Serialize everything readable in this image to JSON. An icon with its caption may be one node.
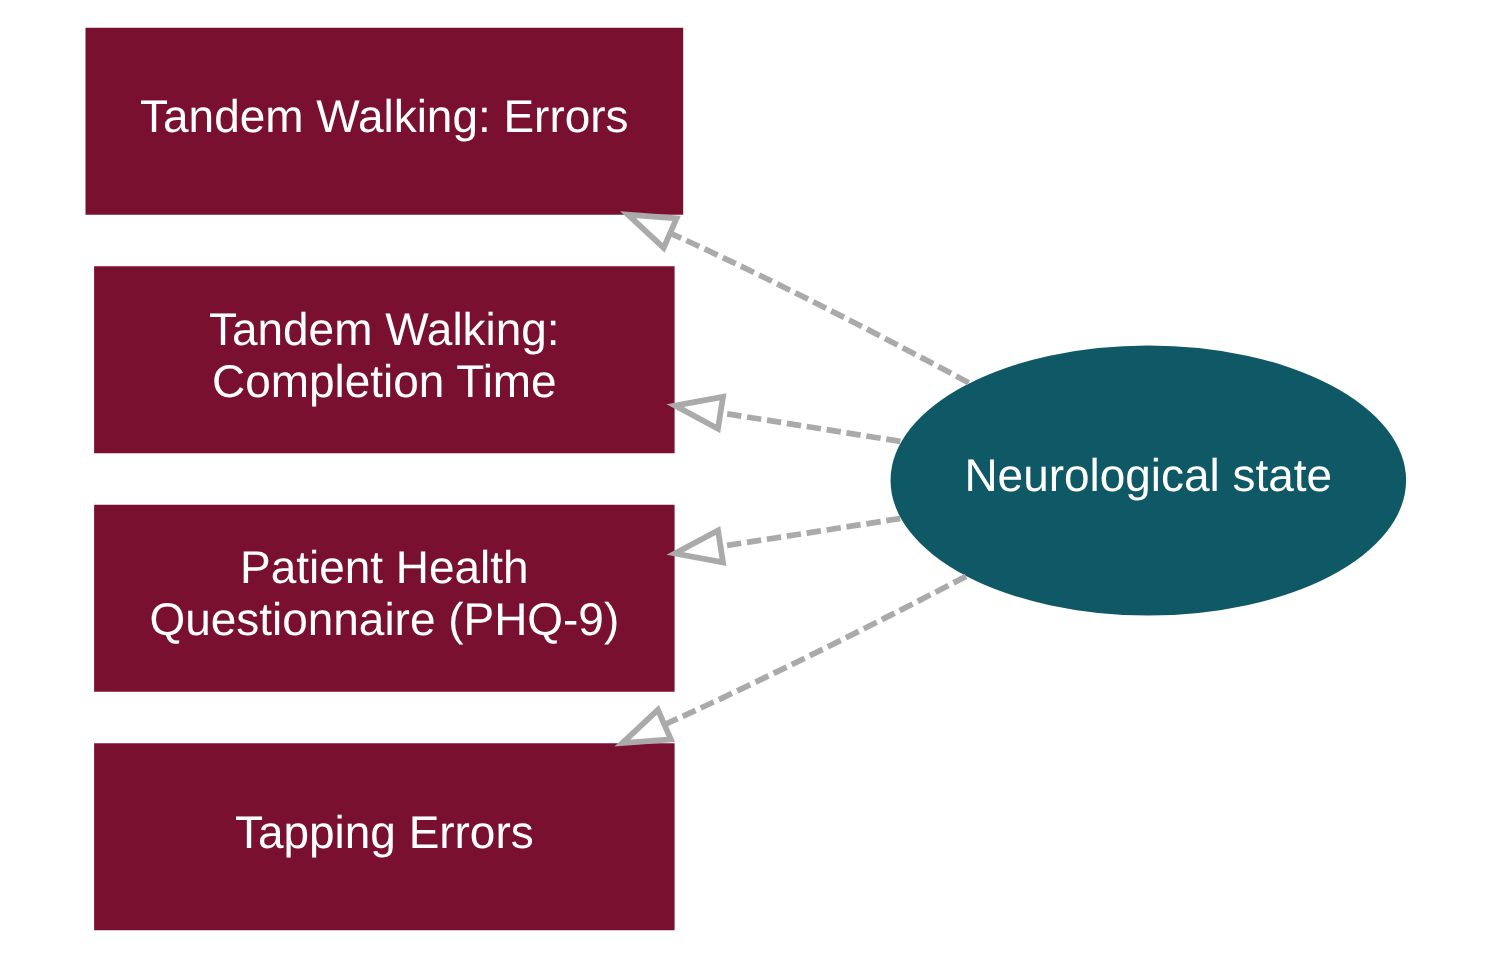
{
  "diagram": {
    "nodes": [
      {
        "text": [
          "Tandem Walking: Errors"
        ]
      },
      {
        "text": [
          "Tandem Walking: Completion Time"
        ]
      },
      {
        "text": [
          "Patient Health Questionnaire (PHQ-9)"
        ]
      },
      {
        "text": [
          "Tapping Errors"
        ]
      },
      {
        "text": [
          "Neurological state"
        ]
      }
    ],
    "edges": [
      {
        "from": 4,
        "to": 0,
        "arrow": "to",
        "style": "dashed"
      },
      {
        "from": 4,
        "to": 1,
        "arrow": "to",
        "style": "dashed"
      },
      {
        "from": 4,
        "to": 2,
        "arrow": "to",
        "style": "dashed"
      },
      {
        "from": 4,
        "to": 3,
        "arrow": "to",
        "style": "dashed"
      }
    ]
  }
}
